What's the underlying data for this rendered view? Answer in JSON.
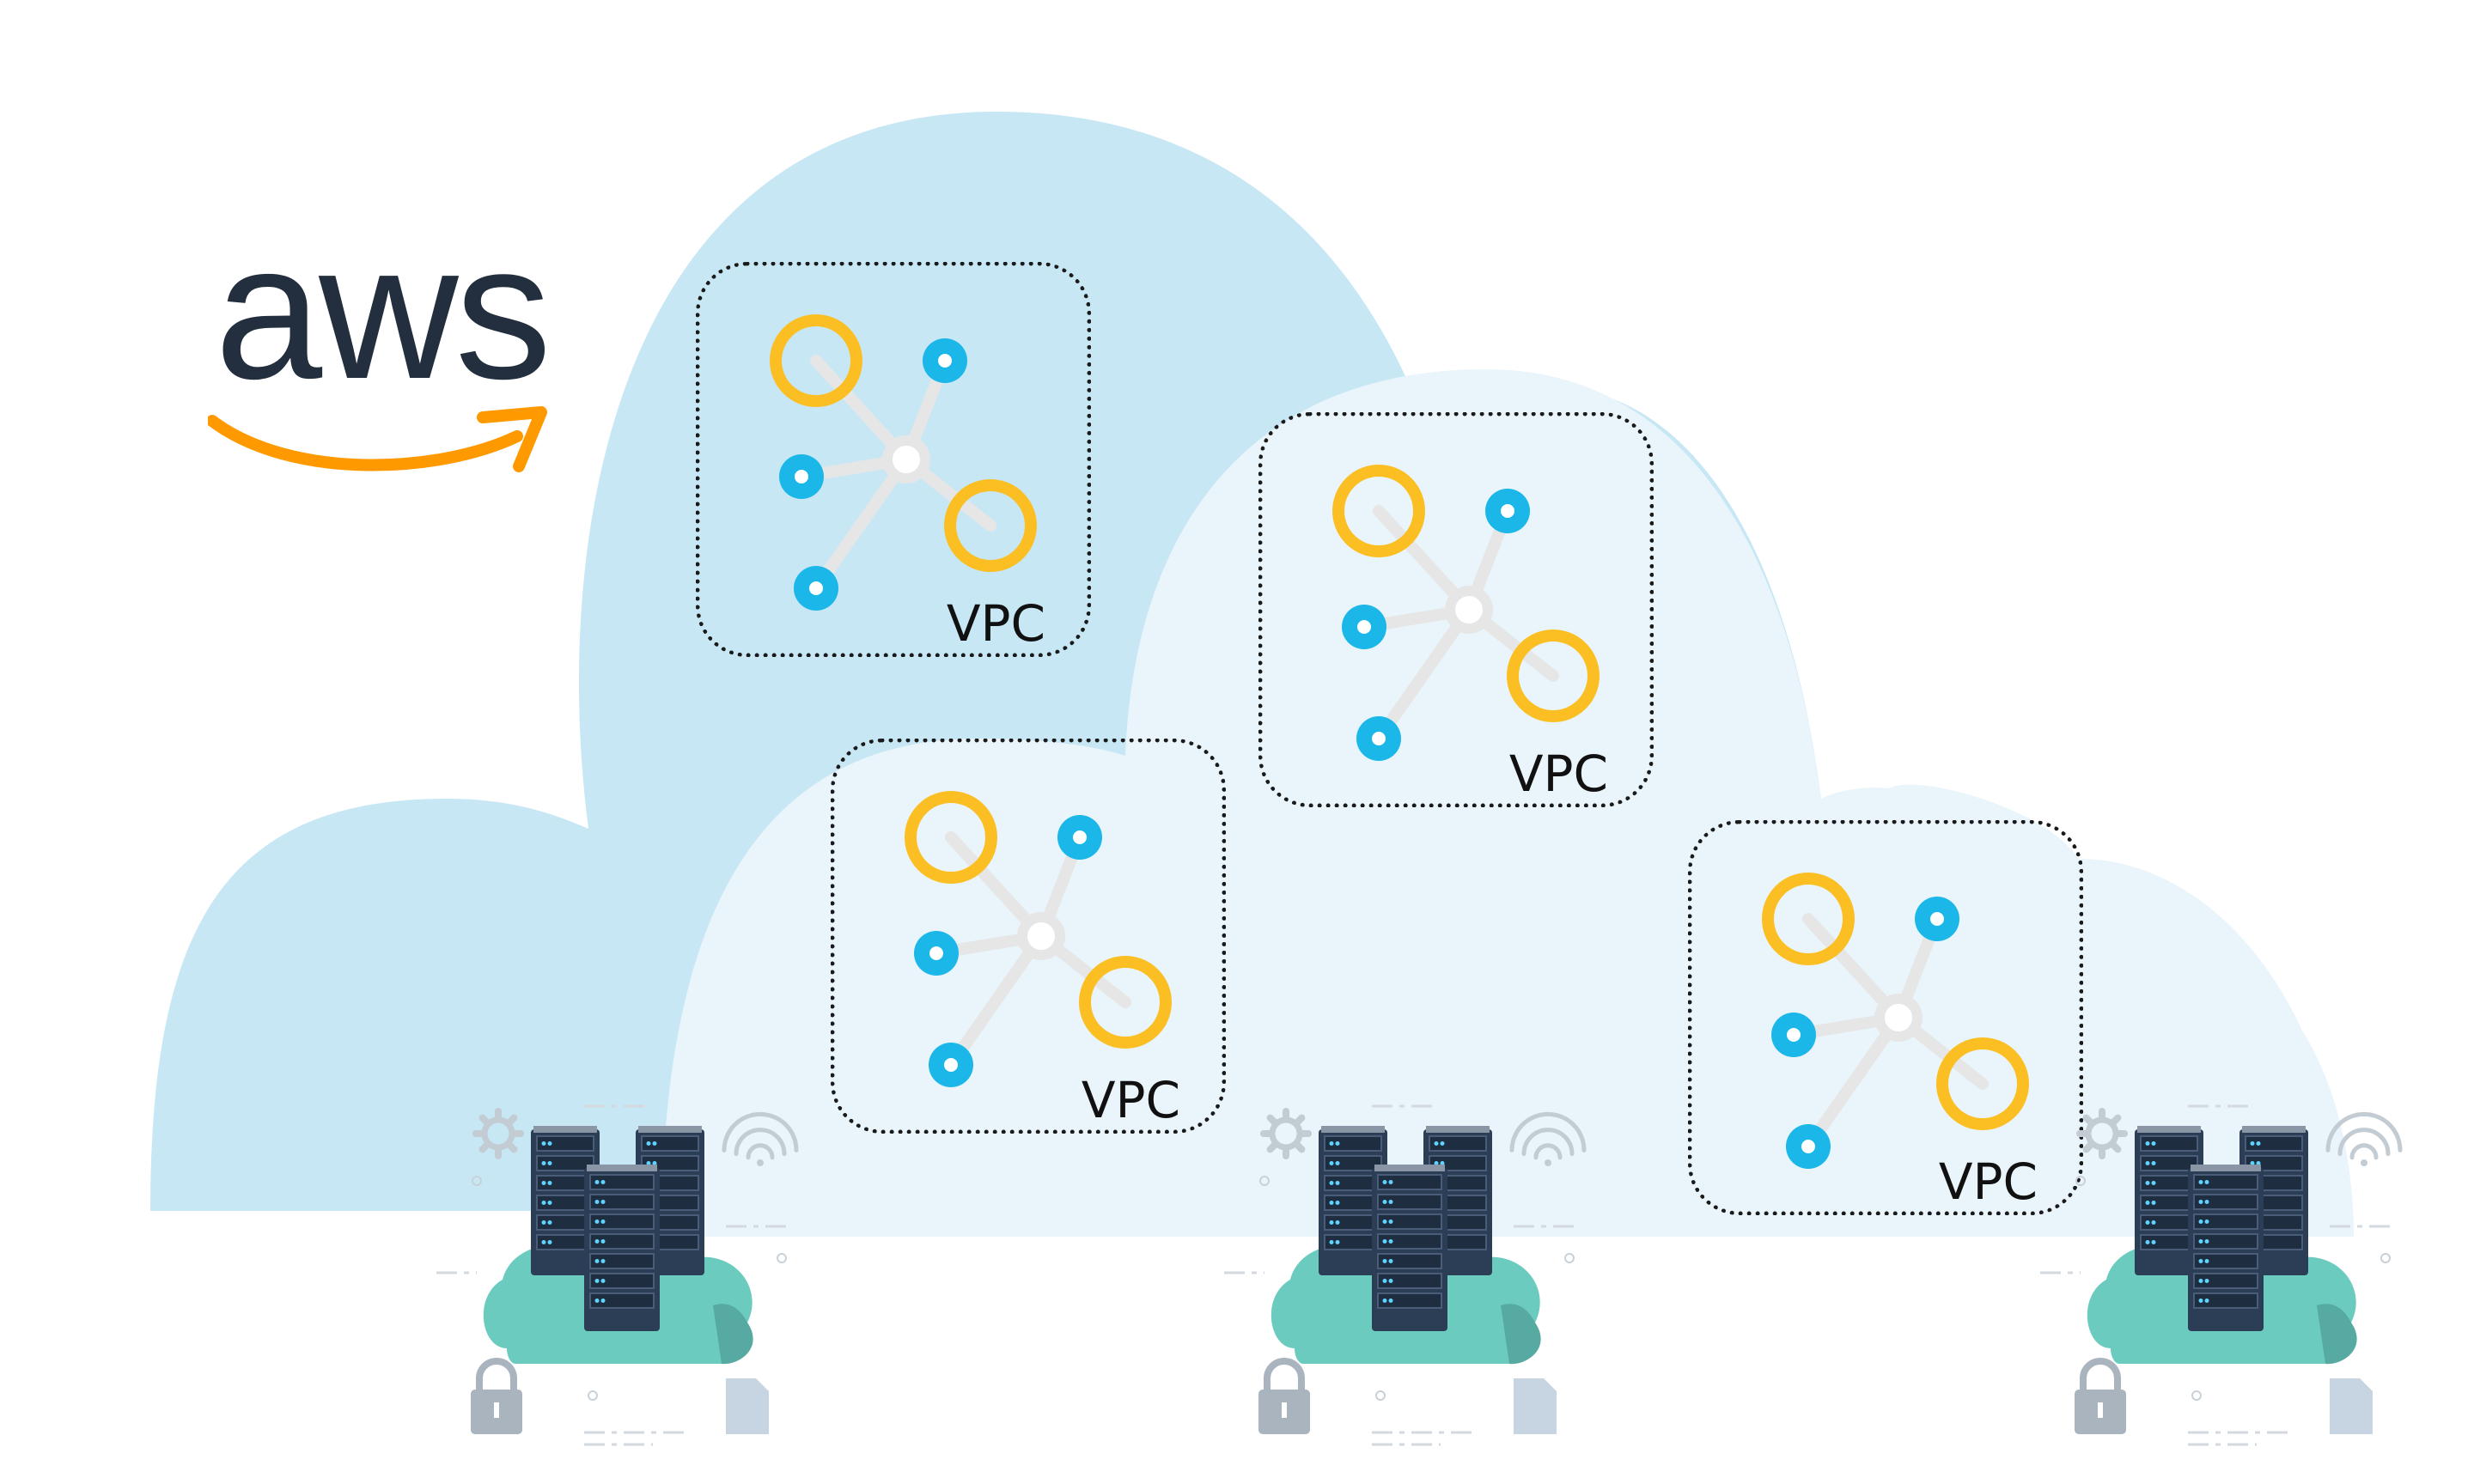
{
  "logo": {
    "wordmark": "aws",
    "colors": {
      "text": "#232f3e",
      "smile": "#ff9900"
    }
  },
  "vpcs": [
    {
      "label": "VPC"
    },
    {
      "label": "VPC"
    },
    {
      "label": "VPC"
    },
    {
      "label": "VPC"
    }
  ],
  "colors": {
    "cloud_back": "#c8e7f5",
    "cloud_front": "#e9f5fa",
    "hub_ring": "#fbbf24",
    "hub_dot": "#1ab7e8",
    "hub_line": "#e6e6e6",
    "server_cloud": "#6ccbbf",
    "server_cloud_shade": "#56aaa2",
    "server_body": "#2c3e55"
  },
  "icons": [
    "aws-logo",
    "network-hub-icon",
    "server-rack-icon",
    "gear-icon",
    "wifi-icon",
    "padlock-icon",
    "document-icon"
  ]
}
